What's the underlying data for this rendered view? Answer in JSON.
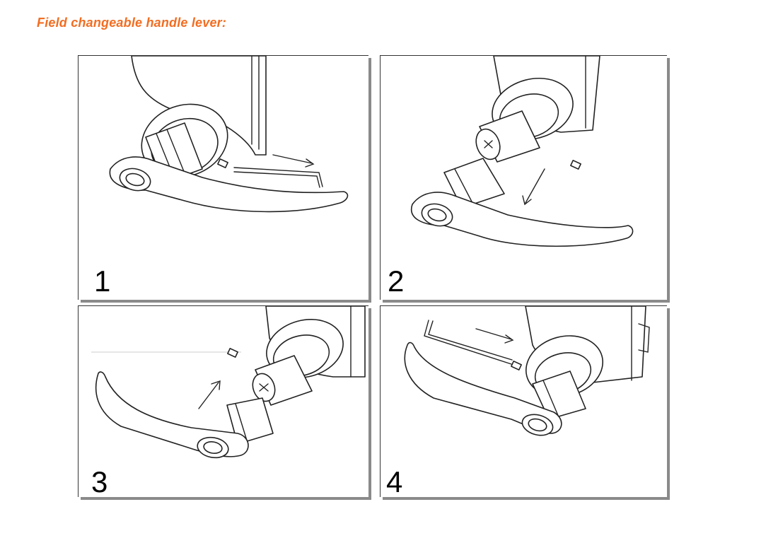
{
  "title": "Field changeable handle lever:",
  "colors": {
    "title": "#f26d21",
    "line": "#222222",
    "shadow": "#8a8a8a"
  },
  "steps": [
    {
      "number": "1"
    },
    {
      "number": "2"
    },
    {
      "number": "3"
    },
    {
      "number": "4"
    }
  ]
}
